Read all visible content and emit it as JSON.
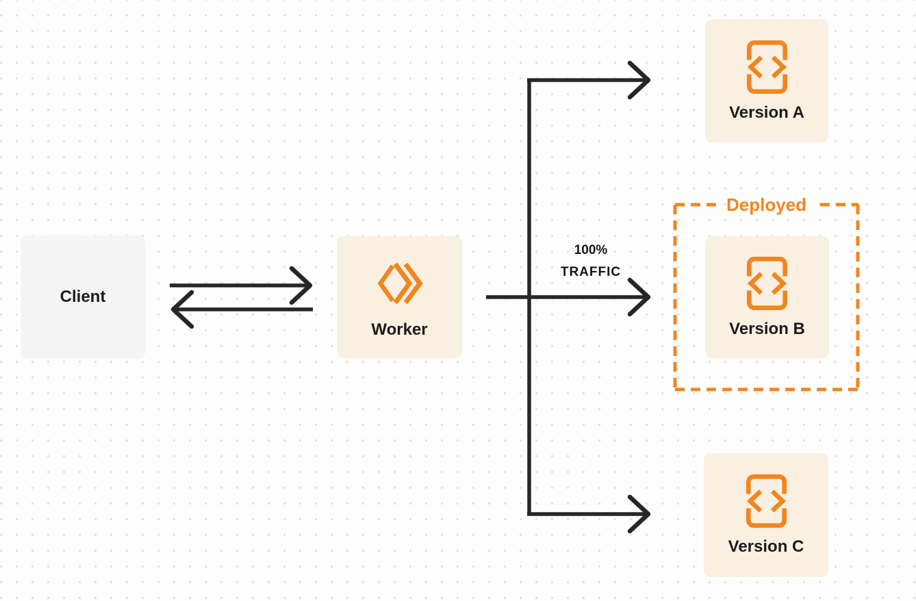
{
  "diagram": {
    "nodes": {
      "client": {
        "label": "Client"
      },
      "worker": {
        "label": "Worker"
      },
      "version_a": {
        "label": "Version A"
      },
      "version_b": {
        "label": "Version B"
      },
      "version_c": {
        "label": "Version C"
      }
    },
    "annotations": {
      "deployed_label": "Deployed",
      "traffic_percent": "100%",
      "traffic_word": "TRAFFIC"
    }
  },
  "colors": {
    "accent_orange": "#F08621",
    "node_cream": "#FAF0E1",
    "client_gray": "#F4F4F5",
    "arrow_ink": "#262626",
    "label_ink": "#1B1B1D",
    "dot_grid": "#E3E3E3",
    "canvas_bg": "#FDFDFD"
  }
}
